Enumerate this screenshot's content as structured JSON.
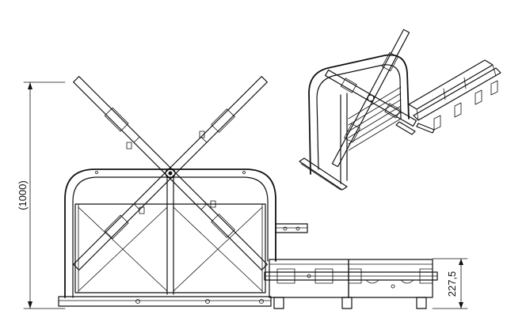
{
  "dimensions": {
    "height_label": "(1000)",
    "step_label": "227,5"
  },
  "views": {
    "front": "front-view",
    "isometric": "isometric-view"
  },
  "colors": {
    "line": "#111111",
    "background": "#ffffff"
  }
}
